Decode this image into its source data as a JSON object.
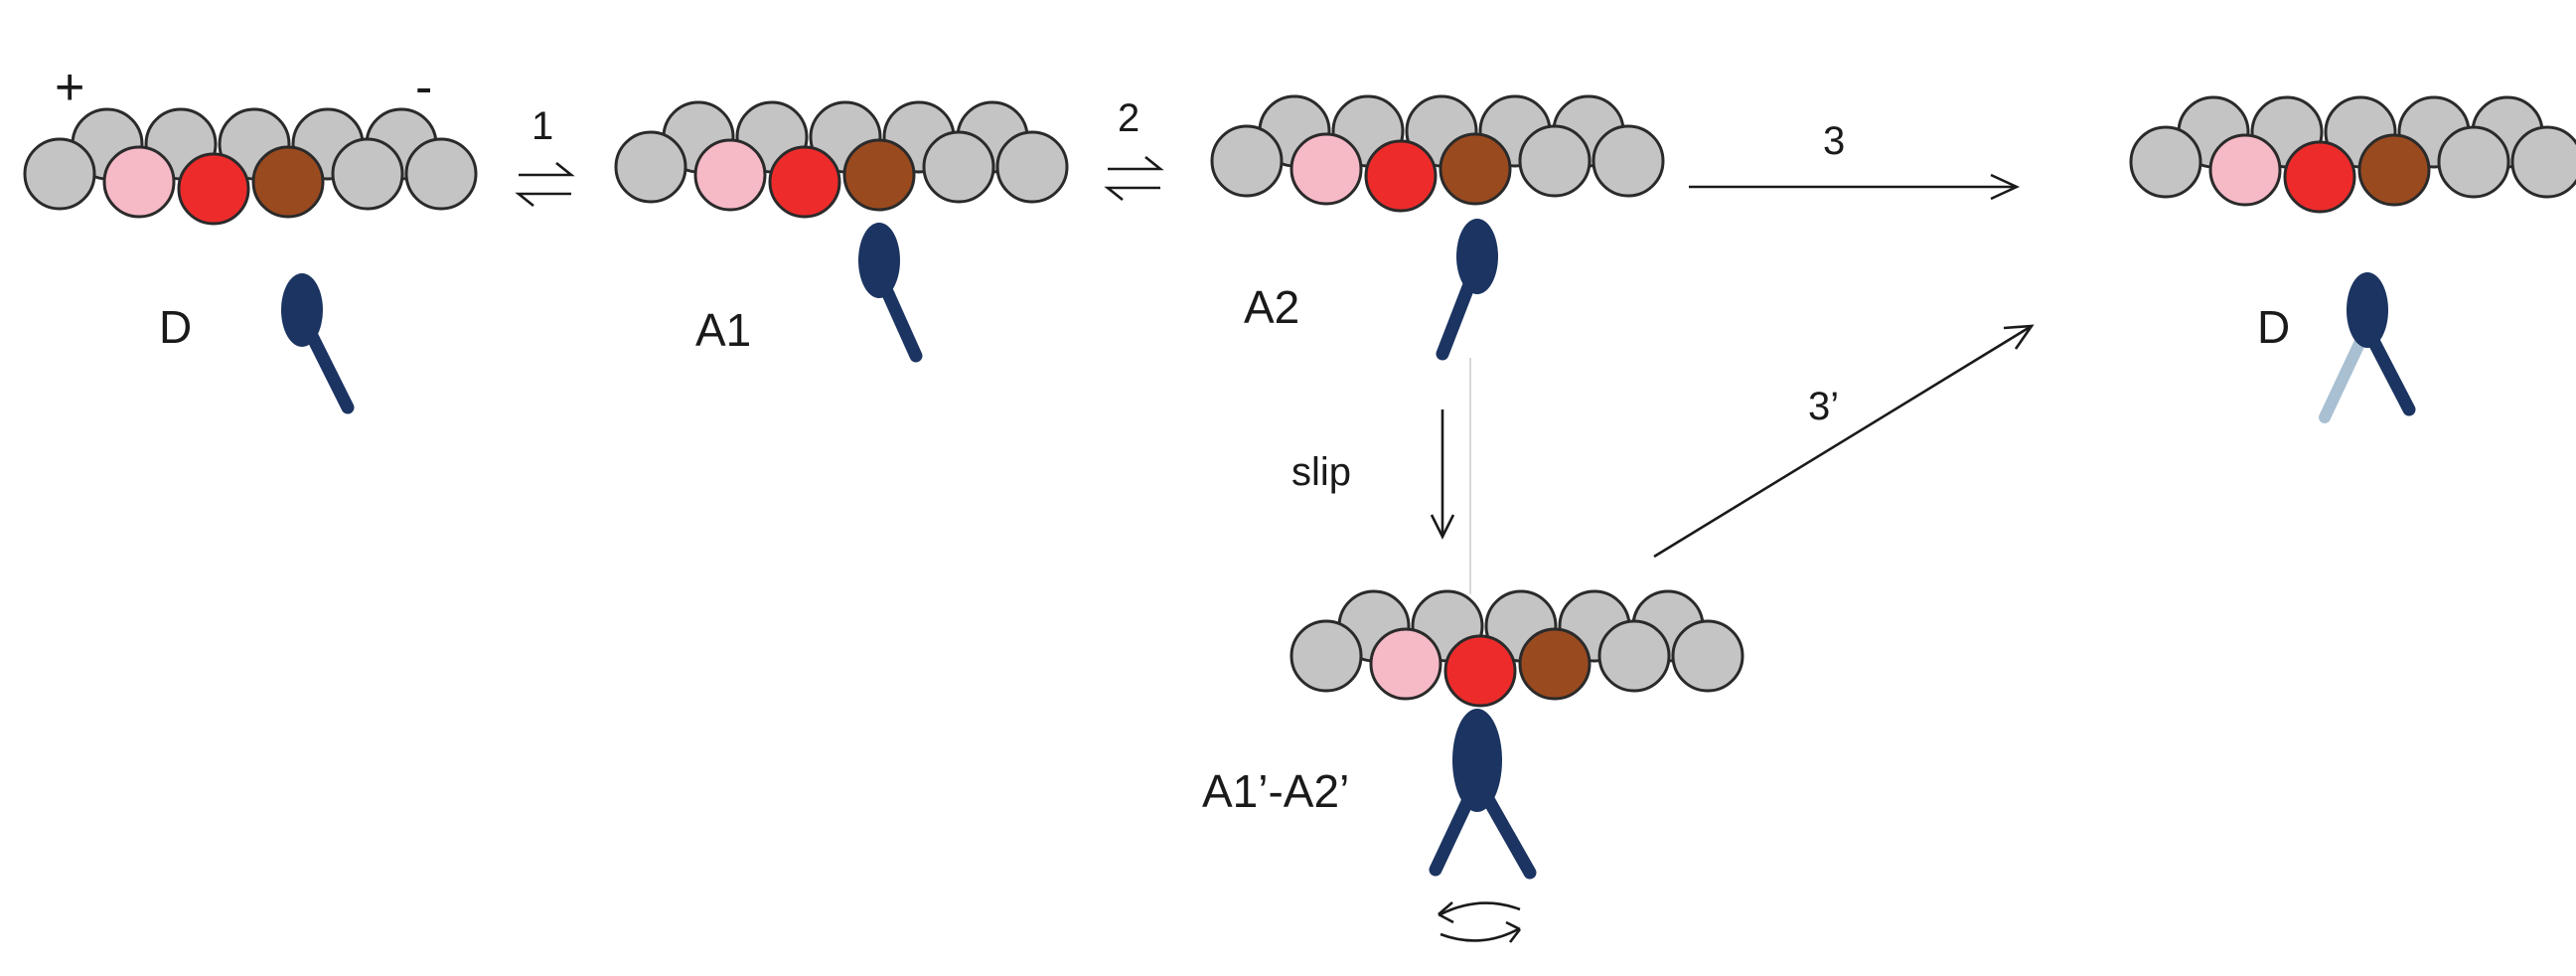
{
  "labels": {
    "plus": "+",
    "minus": "-",
    "state_d_left": "D",
    "state_a1": "A1",
    "state_a2": "A2",
    "state_d_right": "D",
    "state_a1a2": "A1’-A2’",
    "step1": "1",
    "step2": "2",
    "step3": "3",
    "step3_prime": "3’",
    "slip": "slip"
  },
  "colors": {
    "actin": "#c4c4c4",
    "pink_subunit": "#f6b9c6",
    "red_subunit": "#ee2b2b",
    "brown_subunit": "#9a4a1f",
    "myosin_head": "#1b3461",
    "myosin_ghost": "#a9c0d3",
    "outline": "#2a2a2a"
  }
}
